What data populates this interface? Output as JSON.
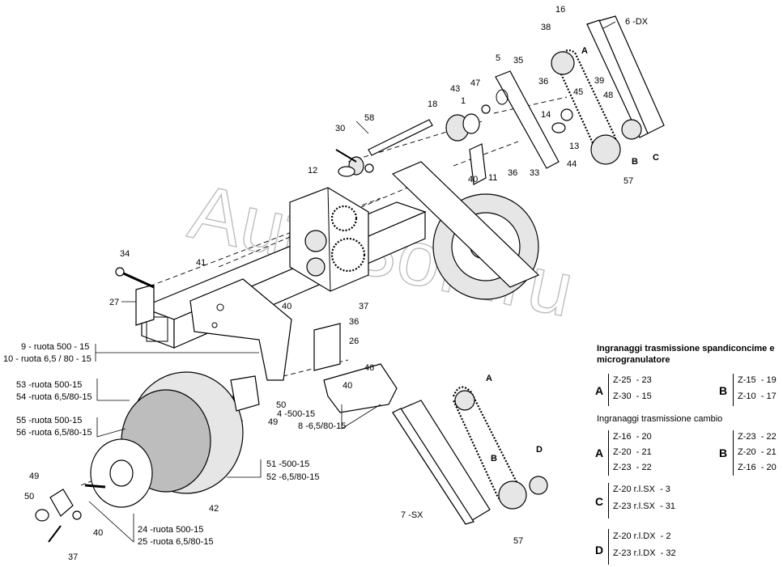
{
  "watermark": "AutoSoft.ru",
  "callouts": {
    "c16": "16",
    "c38": "38",
    "c6dx": "6 -DX",
    "cA1": "A",
    "c5": "5",
    "c35": "35",
    "c36a": "36",
    "c39": "39",
    "c45": "45",
    "c48": "48",
    "c47": "47",
    "c43": "43",
    "c1": "1",
    "c18": "18",
    "c14": "14",
    "c13": "13",
    "c44": "44",
    "c33": "33",
    "cB1": "B",
    "cC1": "C",
    "c57a": "57",
    "c58": "58",
    "c30": "30",
    "c12": "12",
    "c11": "11",
    "c36b": "36",
    "c40a": "40",
    "c34": "34",
    "c41": "41",
    "c27": "27",
    "c40b": "40",
    "c37a": "37",
    "c36c": "36",
    "c26": "26",
    "c46": "46",
    "c40c": "40",
    "c9": "9 - ruota 500 - 15",
    "c10": "10 - ruota 6,5 / 80 - 15",
    "c53": "53 -ruota 500-15",
    "c54": "54 -ruota 6,5/80-15",
    "c55": "55 -ruota 500-15",
    "c56": "56 -ruota 6,5/80-15",
    "c50a": "50",
    "c49a": "49",
    "c4": "4 -500-15",
    "c8": "8 -6,5/80-15",
    "c51": "51 -500-15",
    "c52": "52 -6,5/80-15",
    "c42": "42",
    "c49b": "49",
    "c50b": "50",
    "c40d": "40",
    "c37b": "37",
    "c24": "24 -ruota 500-15",
    "c25": "25 -ruota 6,5/80-15",
    "cA2": "A",
    "cD2": "D",
    "cB2": "B",
    "c7sx": "7 -SX",
    "c57b": "57"
  },
  "legend": {
    "title_line1": "Ingranaggi trasmissione spandiconcime e",
    "title_line2": "microgranulatore",
    "sub_title": "Ingranaggi trasmissione cambio",
    "groups": [
      {
        "letter": "A",
        "rows": [
          "Z-25  - 23",
          "Z-30  - 15"
        ]
      },
      {
        "letter": "B",
        "rows": [
          "Z-15  - 19",
          "Z-10  - 17"
        ]
      },
      {
        "letter": "A",
        "rows": [
          "Z-16  - 20",
          "Z-20  - 21",
          "Z-23  - 22"
        ]
      },
      {
        "letter": "B",
        "rows": [
          "Z-23  - 22",
          "Z-20  - 21",
          "Z-16  - 20"
        ]
      },
      {
        "letter": "C",
        "rows": [
          "Z-20 r.l.SX  - 3",
          "Z-23 r.l.SX  - 31"
        ]
      },
      {
        "letter": "D",
        "rows": [
          "Z-20 r.l.DX  - 2",
          "Z-23 r.l.DX  - 32"
        ]
      }
    ]
  }
}
